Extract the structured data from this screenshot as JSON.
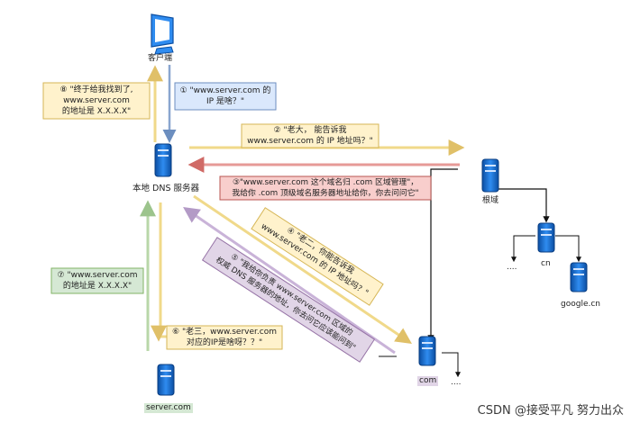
{
  "nodes": {
    "client": "客户端",
    "local_dns": "本地 DNS 服务器",
    "root": "根域",
    "cn": "cn",
    "google": "google.cn",
    "com": "com",
    "server": "server.com",
    "dots_cn": "....",
    "dots_com": "...."
  },
  "steps": {
    "s1": [
      "① \"www.server.com 的",
      "IP 是啥？\""
    ],
    "s2": [
      "② \"老大， 能告诉我",
      "www.server.com 的 IP 地址吗？\""
    ],
    "s3": [
      "③\"www.server.com 这个域名归 .com 区域管理\"，",
      "我给你 .com 顶级域名服务器地址给你，你去问问它\""
    ],
    "s4": [
      "④ \"老二，你能告诉我",
      "www.server.com  的 IP 地址吗？\""
    ],
    "s5": [
      "⑤ \"我给你负责 www.server.com 区域的",
      "权威 DNS 服务器的地址，你去问它应该能问到\""
    ],
    "s6": [
      "⑥ \"老三，www.server.com",
      "对应的IP是啥呀？？\""
    ],
    "s7": [
      "⑦ \"www.server.com",
      "的地址是 X.X.X.X\""
    ],
    "s8": [
      "⑧ \"终于给我找到了,",
      "www.server.com",
      "的地址是 X.X.X.X\""
    ]
  },
  "colors": {
    "yellow_fill": "#fff2cc",
    "yellow_line": "#d6b656",
    "blue_fill": "#dae8fc",
    "blue_line": "#6c8ebf",
    "red_fill": "#f8cecc",
    "red_line": "#b85450",
    "green_fill": "#d5e8d4",
    "green_line": "#82b366",
    "purple_fill": "#e1d5e7",
    "purple_line": "#9673a6",
    "server_blue": "#1f6fd0"
  },
  "watermark": "CSDN @接受平凡 努力出众"
}
